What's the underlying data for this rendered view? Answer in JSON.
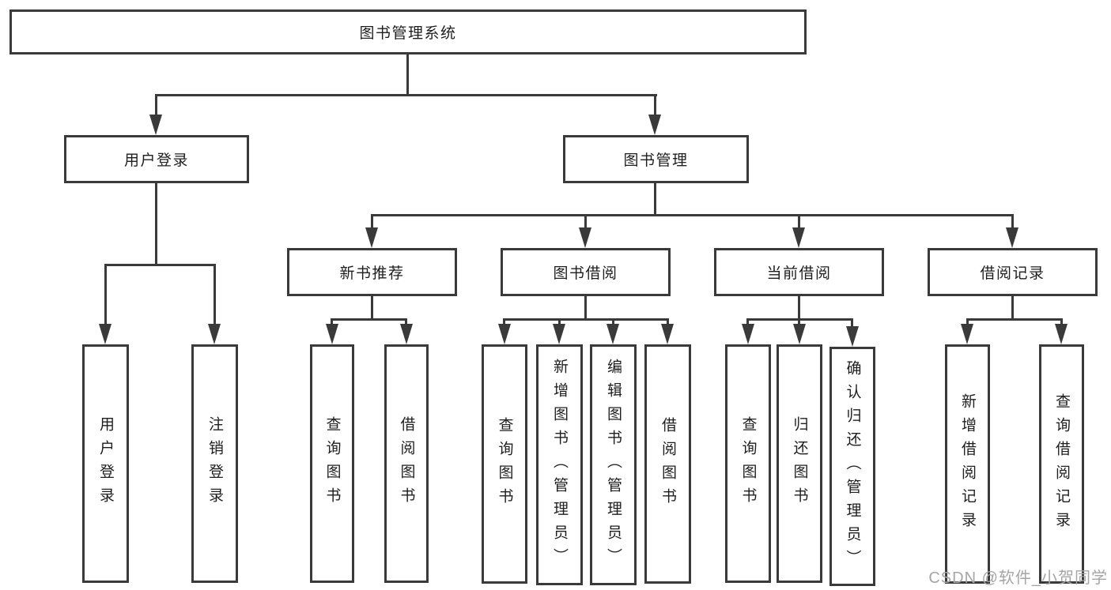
{
  "root": {
    "label": "图书管理系统",
    "children": [
      {
        "label": "用户登录",
        "children": [
          {
            "label": "用户登录"
          },
          {
            "label": "注销登录"
          }
        ]
      },
      {
        "label": "图书管理",
        "children": [
          {
            "label": "新书推荐",
            "children": [
              {
                "label": "查询图书"
              },
              {
                "label": "借阅图书"
              }
            ]
          },
          {
            "label": "图书借阅",
            "children": [
              {
                "label": "查询图书"
              },
              {
                "label": "新增图书（管理员）"
              },
              {
                "label": "编辑图书（管理员）"
              },
              {
                "label": "借阅图书"
              }
            ]
          },
          {
            "label": "当前借阅",
            "children": [
              {
                "label": "查询图书"
              },
              {
                "label": "归还图书"
              },
              {
                "label": "确认归还（管理员）"
              }
            ]
          },
          {
            "label": "借阅记录",
            "children": [
              {
                "label": "新增借阅记录"
              },
              {
                "label": "查询借阅记录"
              }
            ]
          }
        ]
      }
    ]
  },
  "watermark": "CSDN @软件_小贺同学",
  "colors": {
    "line": "#3a3a3a",
    "box_border": "#3a3a3a",
    "box_fill": "#ffffff",
    "text": "#1e1e1e",
    "watermark": "#a5a5a5",
    "background": "#ffffff"
  }
}
